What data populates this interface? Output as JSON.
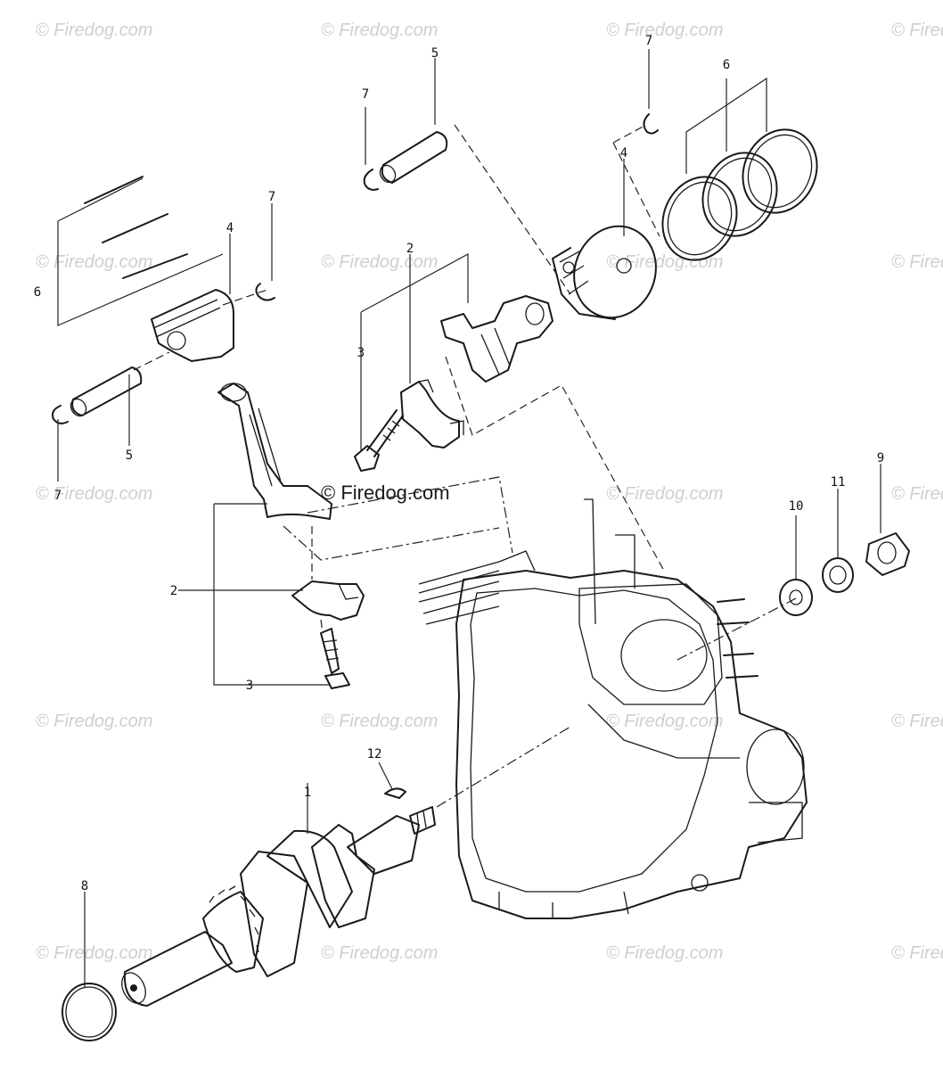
{
  "watermark": "© Firedog.com",
  "callouts": {
    "crankshaft": "1",
    "bearing_upper": "2",
    "bearing_lower": "2",
    "bolt_upper": "3",
    "bolt_lower": "3",
    "piston_right": "4",
    "piston_left": "4",
    "pin_top": "5",
    "pin_left": "5",
    "rings_right": "6",
    "rings_left": "6",
    "clip_top": "7",
    "clip_top_right": "7",
    "clip_left_right": "7",
    "clip_bottom_left": "7",
    "oring": "8",
    "nut": "9",
    "washer": "10",
    "lockwasher": "11",
    "key": "12"
  },
  "colors": {
    "line": "#1a1a1a",
    "watermark": "#cfcfcf",
    "background": "#ffffff"
  }
}
